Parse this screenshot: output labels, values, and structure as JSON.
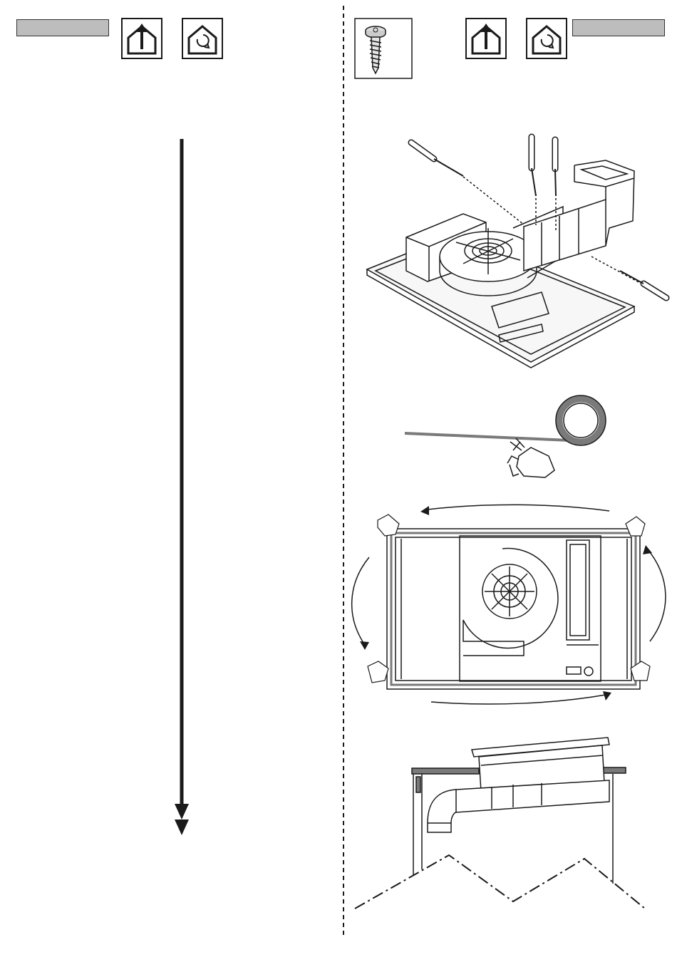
{
  "left_panel": {
    "header_bar": "",
    "icons": [
      "ducted-exhaust-icon",
      "recirculation-icon"
    ],
    "flow_arrow": "down-double-arrow"
  },
  "right_panel": {
    "header_bar": "",
    "icons": [
      "ducted-exhaust-icon",
      "recirculation-icon"
    ],
    "hardware": "screw-icon",
    "steps": [
      "fix-duct-with-screwdrivers",
      "cut-sealing-tape",
      "apply-gasket-perimeter",
      "install-hob-in-worktop"
    ]
  },
  "colors": {
    "ink": "#1a1a1a",
    "header_fill": "#bdbdbd",
    "tape": "#7a7a7a"
  }
}
